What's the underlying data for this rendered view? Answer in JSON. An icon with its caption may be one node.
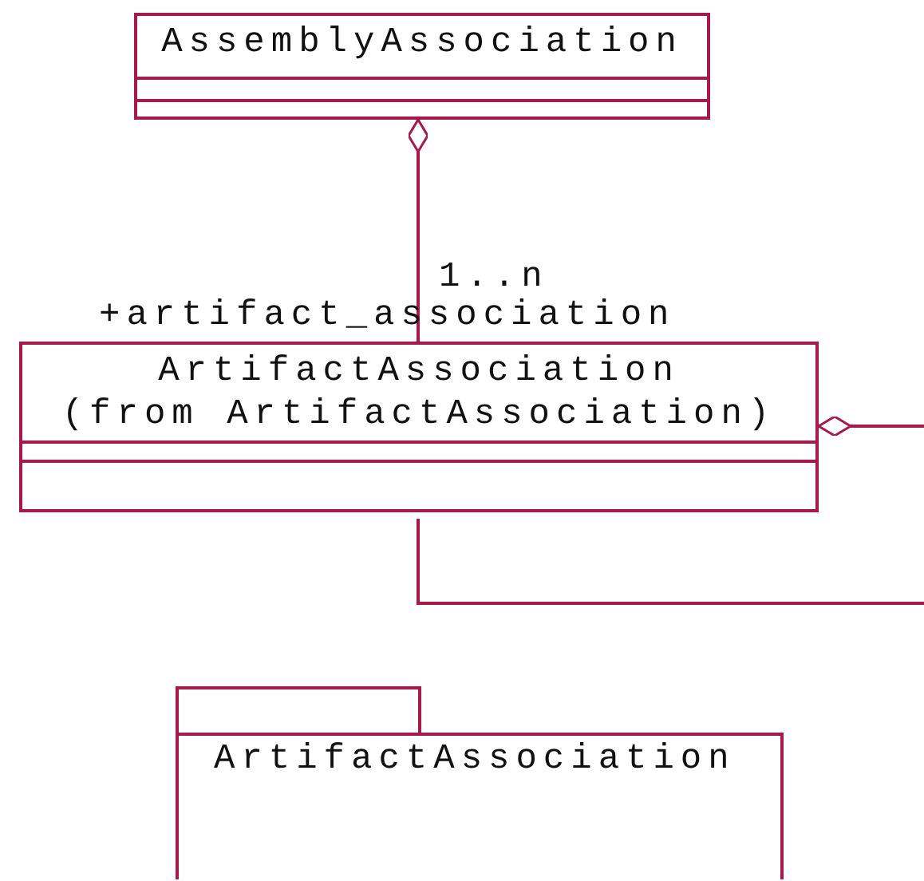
{
  "diagram": {
    "nodes": [
      {
        "text": [
          "AssemblyAssociation"
        ]
      },
      {
        "text": [
          "ArtifactAssociation",
          "(from ArtifactAssociation)"
        ]
      },
      {
        "text": [
          "ArtifactAssociation"
        ]
      }
    ],
    "edges": [
      {
        "from": 0,
        "to": 1,
        "arrow": "other"
      },
      {
        "from": 1,
        "to": null,
        "arrow": "other"
      },
      {
        "from": 1,
        "to": null,
        "arrow": "none"
      }
    ],
    "labels": [
      "1..n",
      "+artifact_association"
    ]
  }
}
